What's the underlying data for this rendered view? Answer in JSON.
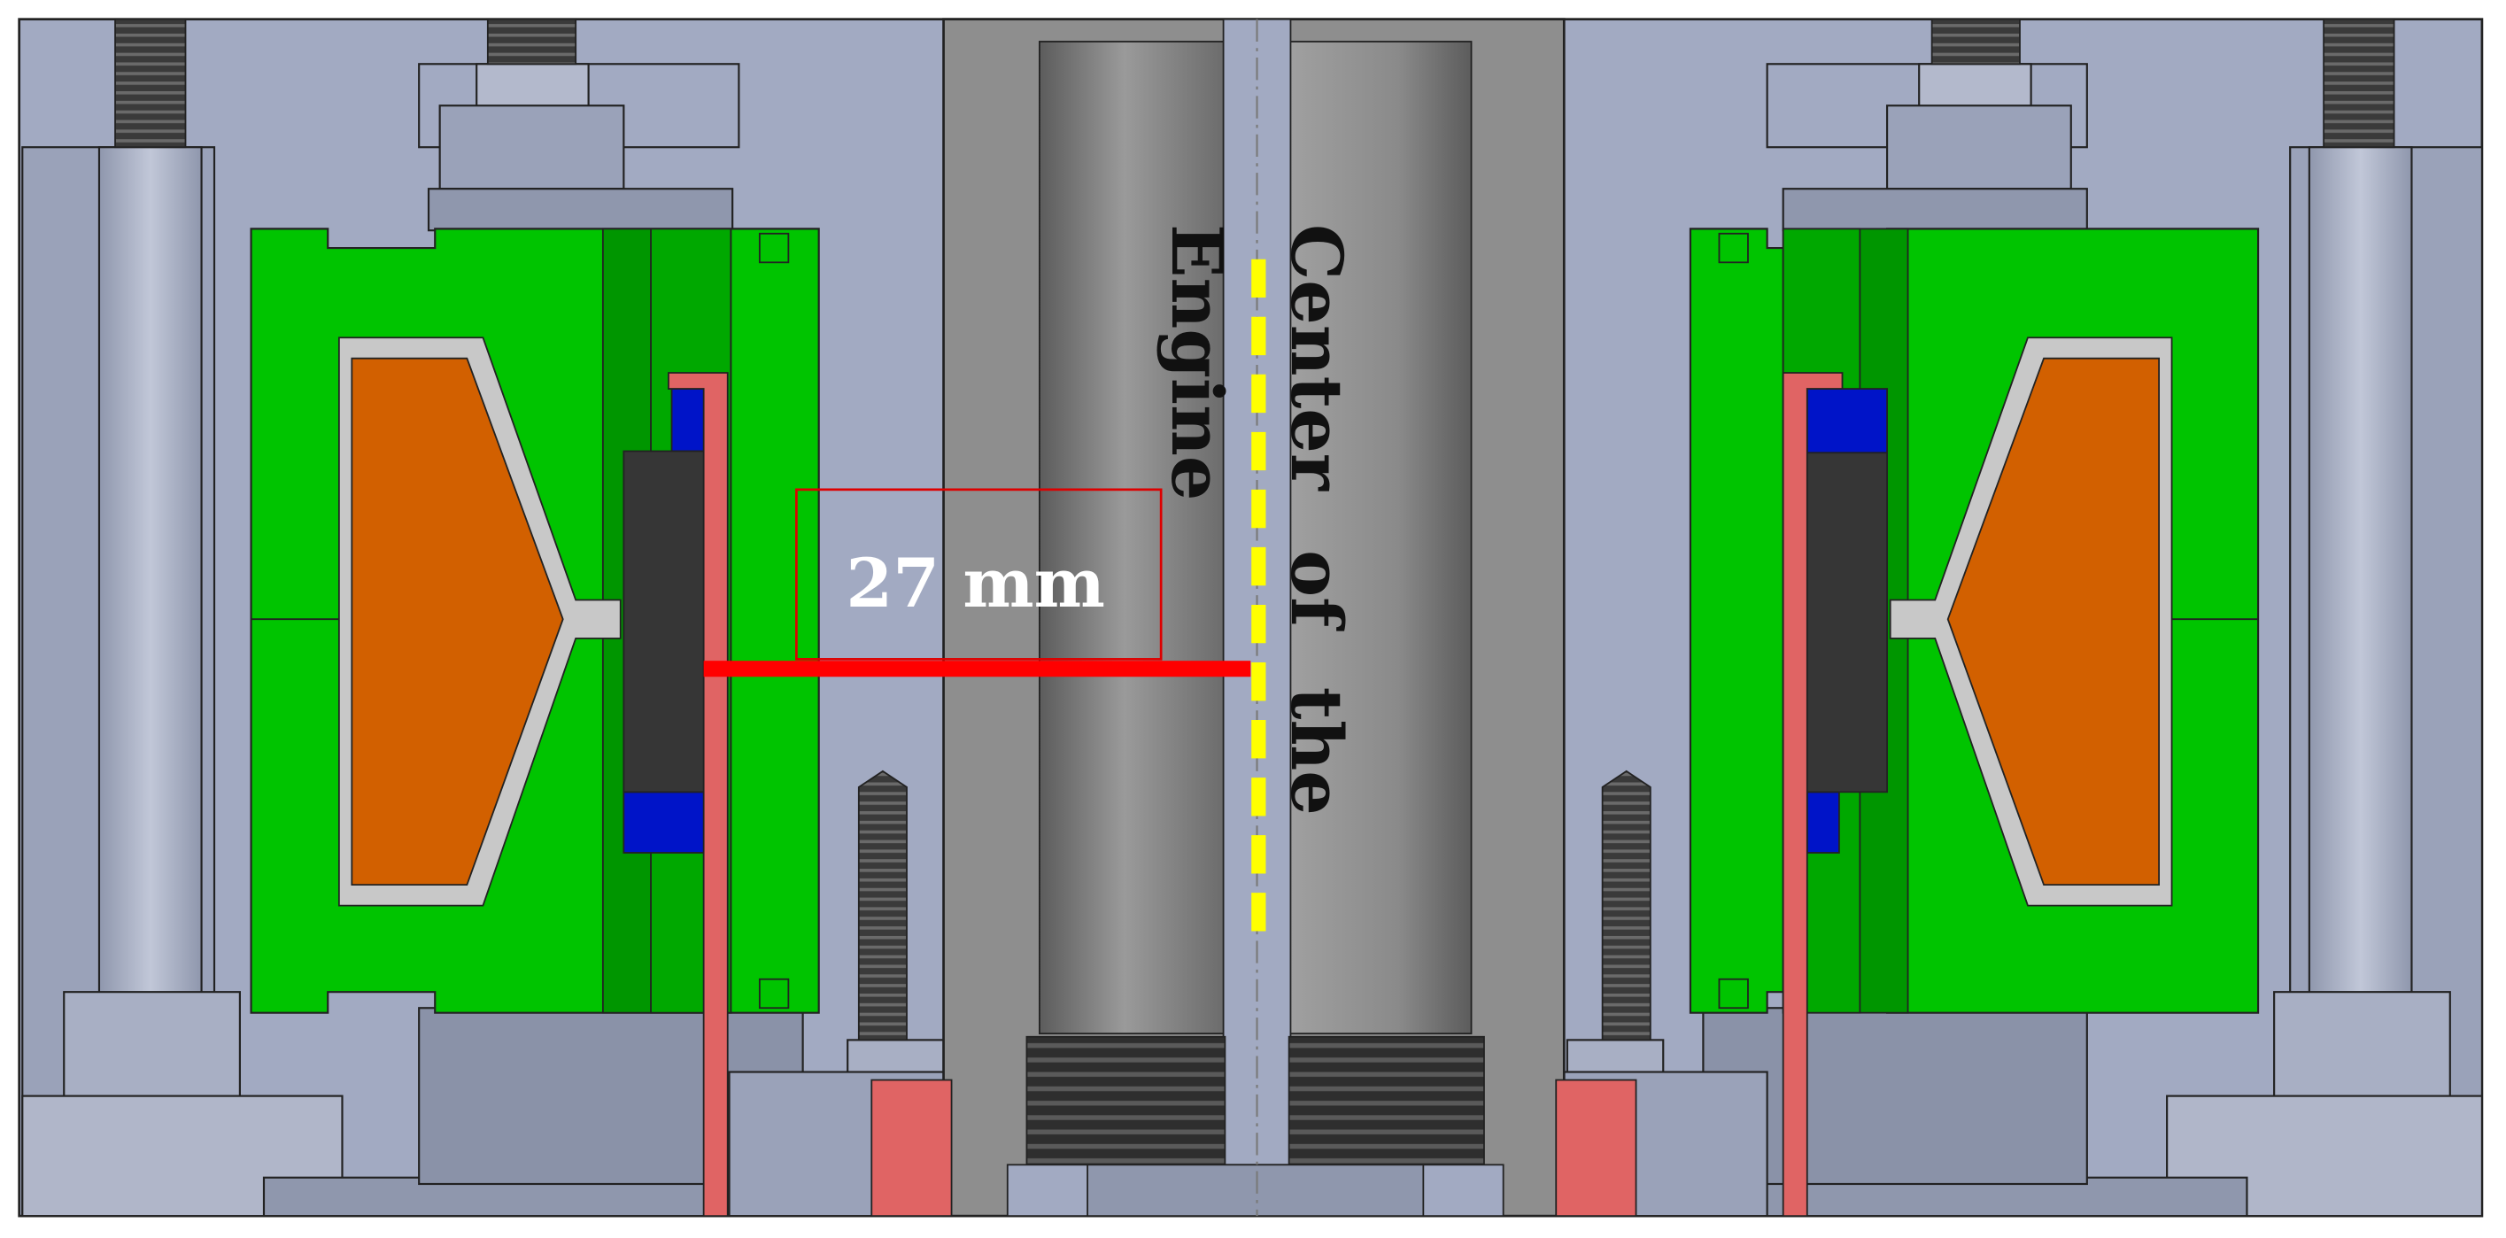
{
  "annotations": {
    "dimension_label": "27 mm",
    "centerline_label_line1": "Center of the",
    "centerline_label_line2": "Engine"
  },
  "colors": {
    "housing": "#a2aac2",
    "housing_dark": "#8f97ad",
    "shaft": "#8e8e8e",
    "green": "#00c400",
    "green_dark": "#009600",
    "orange_coil": "#d26000",
    "gray_frame": "#c8c8c8",
    "magnet_dark": "#363636",
    "blue": "#0014c8",
    "pink": "#e06464",
    "red_dimension": "#ff0000",
    "yellow_centerline": "#ffff00"
  }
}
